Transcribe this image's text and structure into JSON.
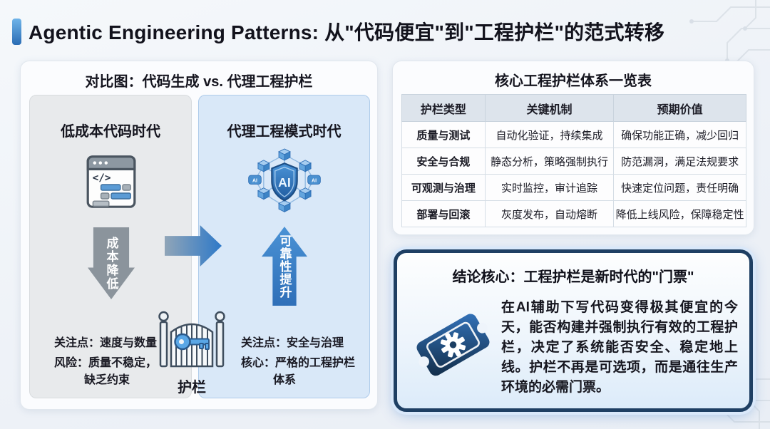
{
  "page": {
    "title": "Agentic Engineering Patterns: 从\"代码便宜\"到\"工程护栏\"的范式转移"
  },
  "comparison": {
    "title": "对比图：代码生成 vs. 代理工程护栏",
    "left": {
      "title": "低成本代码时代",
      "arrow_label": "成本降低",
      "focus": "关注点：速度与数量",
      "risk_line1": "风险：质量不稳定，",
      "risk_line2": "缺乏约束"
    },
    "right": {
      "title": "代理工程模式时代",
      "arrow_label": "可靠性提升",
      "focus": "关注点：安全与治理",
      "core_line1": "核心：严格的工程护栏",
      "core_line2": "体系"
    },
    "gate_label": "护栏"
  },
  "table_panel": {
    "title": "核心工程护栏体系一览表",
    "headers": [
      "护栏类型",
      "关键机制",
      "预期价值"
    ],
    "rows": [
      [
        "质量与测试",
        "自动化验证，持续集成",
        "确保功能正确，减少回归"
      ],
      [
        "安全与合规",
        "静态分析，策略强制执行",
        "防范漏洞，满足法规要求"
      ],
      [
        "可观测与治理",
        "实时监控，审计追踪",
        "快速定位问题，责任明确"
      ],
      [
        "部署与回滚",
        "灰度发布，自动熔断",
        "降低上线风险，保障稳定性"
      ]
    ]
  },
  "conclusion": {
    "title": "结论核心：工程护栏是新时代的\"门票\"",
    "body": "在AI辅助下写代码变得极其便宜的今天，能否构建并强制执行有效的工程护栏，决定了系统能否安全、稳定地上线。护栏不再是可选项，而是通往生产环境的必需门票。"
  },
  "icons": {
    "code_window": "code-window-icon",
    "ai_shield_network": "ai-shield-network-icon",
    "gate_key": "gate-key-icon",
    "ticket_gear": "ticket-gear-icon",
    "ai_badge_text": "AI"
  },
  "colors": {
    "accent_blue": "#2f79c8",
    "navy_border": "#1e3f63",
    "gray_col": "#e8eaec",
    "blue_col": "#d9e8f8",
    "arrow_gray": "#8b949c",
    "arrow_blue": "#3a82c9"
  }
}
